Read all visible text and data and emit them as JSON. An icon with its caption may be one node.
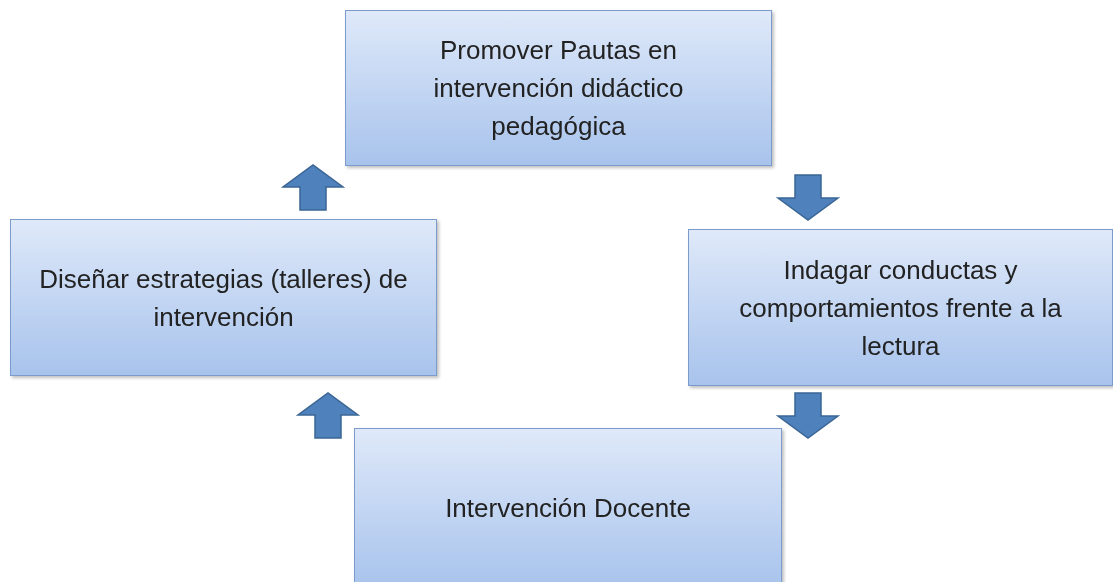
{
  "diagram": {
    "nodes": [
      {
        "text": [
          "Promover Pautas en intervención didáctico pedagógica"
        ]
      },
      {
        "text": [
          "Indagar conductas y comportamientos  frente a la lectura"
        ]
      },
      {
        "text": [
          "Intervención Docente"
        ]
      },
      {
        "text": [
          "Diseñar estrategias (talleres) de intervención"
        ]
      }
    ],
    "edges": [
      {
        "from": 0,
        "to": 1,
        "arrow": "to"
      },
      {
        "from": 1,
        "to": 2,
        "arrow": "to"
      },
      {
        "from": 2,
        "to": 3,
        "arrow": "to"
      },
      {
        "from": 3,
        "to": 0,
        "arrow": "to"
      }
    ]
  }
}
